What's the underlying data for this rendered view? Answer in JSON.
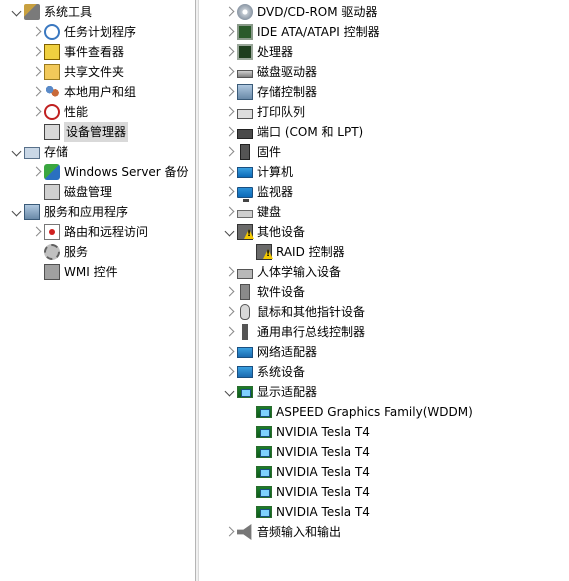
{
  "left_tree": {
    "items": [
      {
        "label": "系统工具",
        "icon": "tools-icon",
        "state": "expanded",
        "indent": 0,
        "name": "tree-item-system-tools"
      },
      {
        "label": "任务计划程序",
        "icon": "clock-icon",
        "state": "collapsed",
        "indent": 1,
        "name": "tree-item-task-scheduler"
      },
      {
        "label": "事件查看器",
        "icon": "event-viewer-icon",
        "state": "collapsed",
        "indent": 1,
        "name": "tree-item-event-viewer"
      },
      {
        "label": "共享文件夹",
        "icon": "shared-folder-icon",
        "state": "collapsed",
        "indent": 1,
        "name": "tree-item-shared-folders"
      },
      {
        "label": "本地用户和组",
        "icon": "users-icon",
        "state": "collapsed",
        "indent": 1,
        "name": "tree-item-local-users"
      },
      {
        "label": "性能",
        "icon": "performance-icon",
        "state": "collapsed",
        "indent": 1,
        "name": "tree-item-performance"
      },
      {
        "label": "设备管理器",
        "icon": "device-manager-icon",
        "state": "none",
        "indent": 1,
        "name": "tree-item-device-manager",
        "selected": true
      },
      {
        "label": "存储",
        "icon": "storage-icon",
        "state": "expanded",
        "indent": 0,
        "name": "tree-item-storage"
      },
      {
        "label": "Windows Server 备份",
        "icon": "backup-icon",
        "state": "collapsed",
        "indent": 1,
        "name": "tree-item-windows-backup"
      },
      {
        "label": "磁盘管理",
        "icon": "disk-management-icon",
        "state": "none",
        "indent": 1,
        "name": "tree-item-disk-management"
      },
      {
        "label": "服务和应用程序",
        "icon": "services-apps-icon",
        "state": "expanded",
        "indent": 0,
        "name": "tree-item-services-apps"
      },
      {
        "label": "路由和远程访问",
        "icon": "routing-icon",
        "state": "collapsed",
        "indent": 1,
        "name": "tree-item-routing"
      },
      {
        "label": "服务",
        "icon": "services-gear-icon",
        "state": "none",
        "indent": 1,
        "name": "tree-item-services"
      },
      {
        "label": "WMI 控件",
        "icon": "wmi-icon",
        "state": "none",
        "indent": 1,
        "name": "tree-item-wmi"
      }
    ]
  },
  "device_tree": {
    "items": [
      {
        "label": "DVD/CD-ROM 驱动器",
        "icon": "disc-icon",
        "state": "collapsed",
        "indent": 0
      },
      {
        "label": "IDE ATA/ATAPI 控制器",
        "icon": "ide-controller-icon",
        "state": "collapsed",
        "indent": 0
      },
      {
        "label": "处理器",
        "icon": "processor-icon",
        "state": "collapsed",
        "indent": 0
      },
      {
        "label": "磁盘驱动器",
        "icon": "disk-drive-icon",
        "state": "collapsed",
        "indent": 0
      },
      {
        "label": "存储控制器",
        "icon": "storage-controller-icon",
        "state": "collapsed",
        "indent": 0
      },
      {
        "label": "打印队列",
        "icon": "printer-icon",
        "state": "collapsed",
        "indent": 0
      },
      {
        "label": "端口 (COM 和 LPT)",
        "icon": "port-icon",
        "state": "collapsed",
        "indent": 0
      },
      {
        "label": "固件",
        "icon": "firmware-icon",
        "state": "collapsed",
        "indent": 0
      },
      {
        "label": "计算机",
        "icon": "computer-icon",
        "state": "collapsed",
        "indent": 0
      },
      {
        "label": "监视器",
        "icon": "monitor-icon",
        "state": "collapsed",
        "indent": 0
      },
      {
        "label": "键盘",
        "icon": "keyboard-icon",
        "state": "collapsed",
        "indent": 0
      },
      {
        "label": "其他设备",
        "icon": "other-devices-icon",
        "state": "expanded",
        "indent": 0
      },
      {
        "label": "RAID 控制器",
        "icon": "warning-device-icon",
        "state": "none",
        "indent": 1
      },
      {
        "label": "人体学输入设备",
        "icon": "hid-icon",
        "state": "collapsed",
        "indent": 0
      },
      {
        "label": "软件设备",
        "icon": "software-device-icon",
        "state": "collapsed",
        "indent": 0
      },
      {
        "label": "鼠标和其他指针设备",
        "icon": "mouse-icon",
        "state": "collapsed",
        "indent": 0
      },
      {
        "label": "通用串行总线控制器",
        "icon": "usb-icon",
        "state": "collapsed",
        "indent": 0
      },
      {
        "label": "网络适配器",
        "icon": "network-adapter-icon",
        "state": "collapsed",
        "indent": 0
      },
      {
        "label": "系统设备",
        "icon": "system-device-icon",
        "state": "collapsed",
        "indent": 0
      },
      {
        "label": "显示适配器",
        "icon": "display-adapter-icon",
        "state": "expanded",
        "indent": 0
      },
      {
        "label": "ASPEED Graphics Family(WDDM)",
        "icon": "display-adapter-icon",
        "state": "none",
        "indent": 1
      },
      {
        "label": "NVIDIA Tesla T4",
        "icon": "display-adapter-icon",
        "state": "none",
        "indent": 1
      },
      {
        "label": "NVIDIA Tesla T4",
        "icon": "display-adapter-icon",
        "state": "none",
        "indent": 1
      },
      {
        "label": "NVIDIA Tesla T4",
        "icon": "display-adapter-icon",
        "state": "none",
        "indent": 1
      },
      {
        "label": "NVIDIA Tesla T4",
        "icon": "display-adapter-icon",
        "state": "none",
        "indent": 1
      },
      {
        "label": "NVIDIA Tesla T4",
        "icon": "display-adapter-icon",
        "state": "none",
        "indent": 1
      },
      {
        "label": "音频输入和输出",
        "icon": "audio-icon",
        "state": "collapsed",
        "indent": 0
      }
    ]
  }
}
